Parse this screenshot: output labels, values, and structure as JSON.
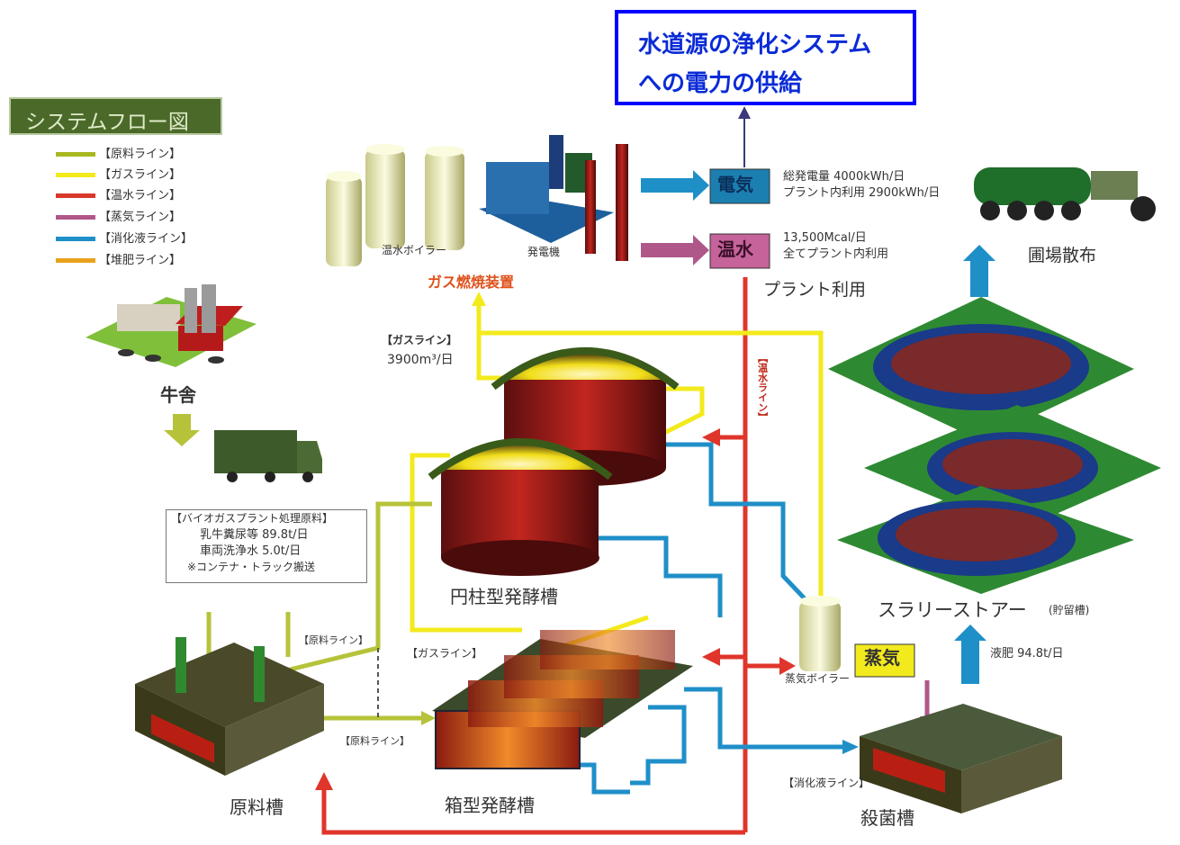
{
  "callout": {
    "line1": "水道源の浄化システム",
    "line2": "への電力の供給"
  },
  "legend": {
    "title": "システムフロー図",
    "items": [
      {
        "label": "【原料ライン】",
        "color": "#a8b820"
      },
      {
        "label": "【ガスライン】",
        "color": "#f2ea1c"
      },
      {
        "label": "【温水ライン】",
        "color": "#d8372a"
      },
      {
        "label": "【蒸気ライン】",
        "color": "#b0578a"
      },
      {
        "label": "【消化液ライン】",
        "color": "#1f8fc8"
      },
      {
        "label": "【堆肥ライン】",
        "color": "#e9a21d"
      }
    ]
  },
  "labels": {
    "barn": "牛舎",
    "boiler_hot": "温水ボイラー",
    "generator": "発電機",
    "gas_device": "ガス燃焼装置",
    "electricity_tag": "電気",
    "electricity_line1": "総発電量 4000kWh/日",
    "electricity_line2": "プラント内利用 2900kWh/日",
    "hotwater_tag": "温水",
    "hotwater_line1": "13,500Mcal/日",
    "hotwater_line2": "全てプラント内利用",
    "plant_use": "プラント利用",
    "field": "圃場散布",
    "gas_line_label": "【ガスライン】",
    "gas_line_value": "3900m³/日",
    "hotwater_line_label": "【温水ライン】",
    "material_box_title": "【バイオガスプラント処理原料】",
    "material_box_l1": "乳牛糞尿等 89.8t/日",
    "material_box_l2": "車両洗浄水 5.0t/日",
    "material_box_l3": "※コンテナ・トラック搬送",
    "cylinder_ferm": "円柱型発酵槽",
    "slurry_store": "スラリーストアー",
    "slurry_store_sub": "(貯留槽)",
    "liquid_manure": "液肥 94.8t/日",
    "steam_tag": "蒸気",
    "steam_boiler": "蒸気ボイラー",
    "material_line_a": "【原料ライン】",
    "material_line_b": "【原料ライン】",
    "gas_line_label2": "【ガスライン】",
    "digest_line": "【消化液ライン】",
    "raw_tank": "原料槽",
    "box_ferm": "箱型発酵槽",
    "sterilize": "殺菌槽"
  }
}
